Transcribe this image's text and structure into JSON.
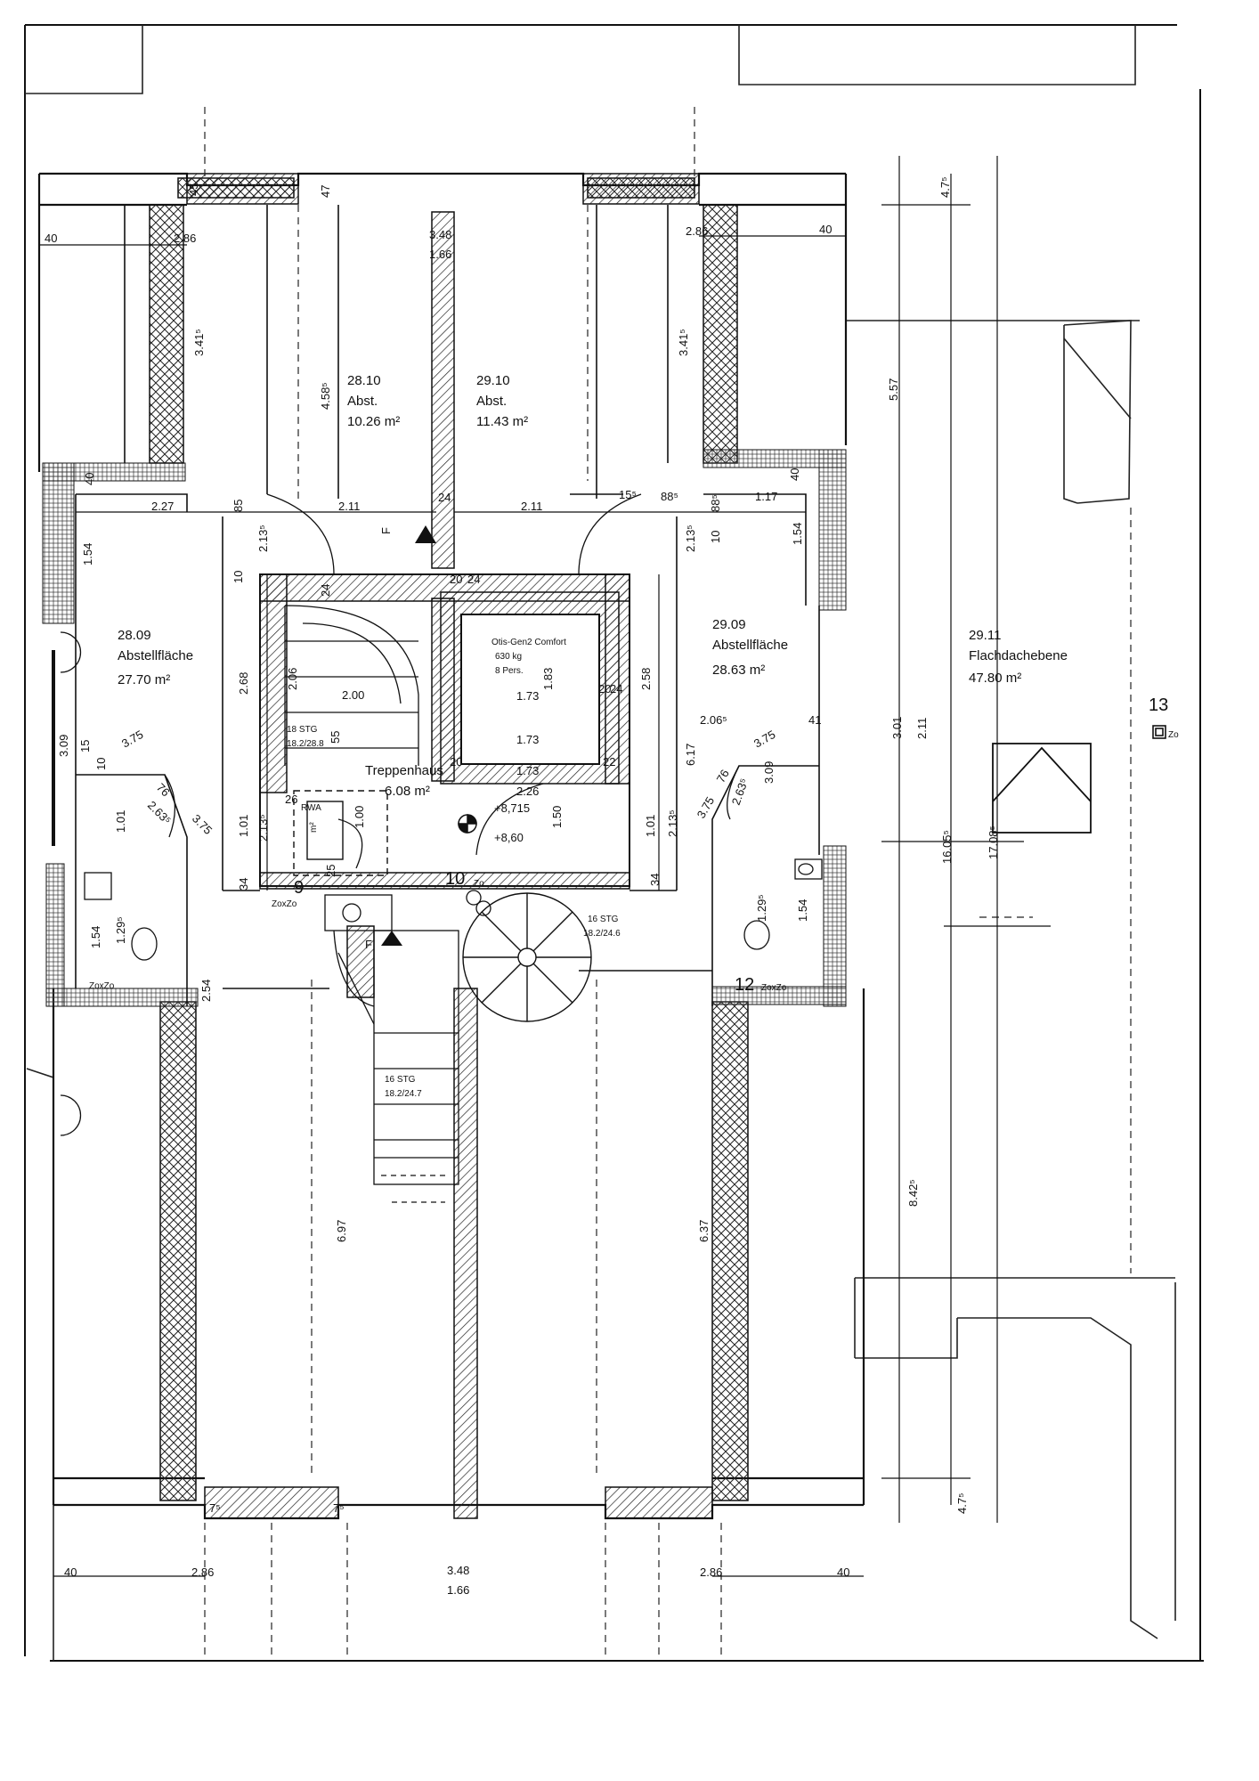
{
  "rooms": {
    "r2810": {
      "number": "28.10",
      "name": "Abst.",
      "area": "10.26 m²"
    },
    "r2910": {
      "number": "29.10",
      "name": "Abst.",
      "area": "11.43 m²"
    },
    "r2809": {
      "number": "28.09",
      "name": "Abstellfläche",
      "area": "27.70 m²"
    },
    "r2909": {
      "number": "29.09",
      "name": "Abstellfläche",
      "area": "28.63 m²"
    },
    "r2911": {
      "number": "29.11",
      "name": "Flachdachebene",
      "area": "47.80 m²"
    },
    "stair": {
      "name": "Treppenhaus",
      "area": "6.08 m²"
    }
  },
  "elevator": {
    "model": "Otis-Gen2 Comfort",
    "capacity": "630 kg",
    "persons": "8 Pers.",
    "width": "1.73",
    "depth": "1.83"
  },
  "stairs": {
    "upper": {
      "steps": "18 STG",
      "ratio": "18.2/28.8"
    },
    "main": {
      "steps": "16 STG",
      "ratio": "18.2/24.7"
    },
    "spiral": {
      "steps": "16 STG",
      "ratio": "18.2/24.6"
    }
  },
  "levels": {
    "upper": "+8,715",
    "lower": "+8,60"
  },
  "markers": {
    "m9": "9",
    "m10": "10",
    "m12": "12",
    "m13": "13",
    "zo_a": "ZoxZo",
    "zo_b": "Zo",
    "zo_c": "ZoxZo",
    "zo_d": "ZoxZo",
    "zo_e": "Zo"
  },
  "labels": {
    "rwa": "RWA",
    "rwa_sub": "m²",
    "f1": "F",
    "f2": "F"
  },
  "dimensions": {
    "d40a": "40",
    "d286a": "2.86",
    "d45a": "45",
    "d47": "47",
    "d348a": "3.48",
    "d166a": "1.66",
    "d286b": "2.86",
    "d40b": "40",
    "d3415a": "3.41⁵",
    "d4585": "4.58⁵",
    "d3415b": "3.41⁵",
    "d557": "5.57",
    "d475a": "4.7⁵",
    "d40c": "40",
    "d227": "2.27",
    "d85a": "85",
    "d10a": "10",
    "d211a": "2.11",
    "d24a": "24",
    "d211b": "2.11",
    "d155": "15⁵",
    "d885": "88⁵",
    "d40d": "40",
    "d117": "1.17",
    "d154a": "1.54",
    "d2135a": "2.13⁵",
    "d2135b": "2.13⁵",
    "d885b": "88⁵",
    "d10b": "10",
    "d154b": "1.54",
    "d24b": "24",
    "d20a": "20",
    "d24c": "24",
    "d268": "2.68",
    "d206a": "2.06",
    "d200": "2.00",
    "d173a": "1.73",
    "d183": "1.83",
    "d20b": "20",
    "d24d": "24",
    "d258": "2.58",
    "d2065": "2.06⁵",
    "d41": "41",
    "d301": "3.01",
    "d211c": "2.11",
    "d309": "3.09",
    "d15": "15",
    "d375a": "3.75",
    "d76a": "76",
    "d2635a": "2.63⁵",
    "d375b": "3.75",
    "d101a": "1.01",
    "d10c": "10",
    "d155b": "55",
    "d20c": "20",
    "d22": "22",
    "d173b": "1.73",
    "d226": "2.26",
    "d617": "6.17",
    "d375c": "3.75",
    "d76b": "76",
    "d2635b": "2.63⁵",
    "d375d": "3.75",
    "d309b": "3.09",
    "d101b": "1.01",
    "d2135c": "2.13⁵",
    "d100": "1.00",
    "d26": "26",
    "d150": "1.50",
    "d101c": "1.01",
    "d2135d": "2.13⁵",
    "d1605": "16.05⁵",
    "d17085": "17.08⁵",
    "d34a": "34",
    "d34b": "34",
    "d25": "25",
    "d154c": "1.54",
    "d1295a": "1.29⁵",
    "d1295b": "1.29⁵",
    "d154d": "1.54",
    "d254": "2.54",
    "d697": "6.97",
    "d637": "6.37",
    "d8425": "8.42⁵",
    "d40e": "40",
    "d286c": "2.86",
    "d348b": "3.48",
    "d166b": "1.66",
    "d286d": "2.86",
    "d40f": "40",
    "d75a": "7⁵",
    "d75b": "7⁵",
    "d475b": "4.7⁵"
  }
}
